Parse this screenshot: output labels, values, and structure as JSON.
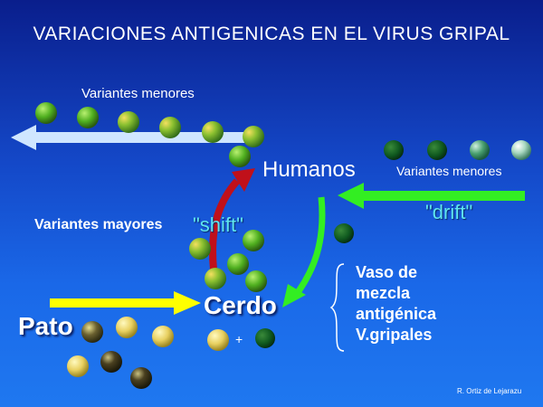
{
  "title": "VARIACIONES ANTIGENICAS EN EL VIRUS GRIPAL",
  "labels": {
    "minor_top": "Variantes menores",
    "humanos": "Humanos",
    "minor_right": "Variantes menores",
    "mayores": "Variantes mayores",
    "shift": "\"shift\"",
    "drift": "\"drift\"",
    "cerdo": "Cerdo",
    "pato": "Pato",
    "plus": "+",
    "vaso": [
      "Vaso de",
      "mezcla",
      "antigénica",
      "V.gripales"
    ],
    "credit": "R. Ortiz de Lejarazu"
  },
  "colors": {
    "arrow_minor_left": "#cfe6ff",
    "arrow_shift": "#c0101a",
    "arrow_drift": "#33ee22",
    "arrow_pato": "#ffff00",
    "accent_quotes": "#5fe6ee"
  }
}
